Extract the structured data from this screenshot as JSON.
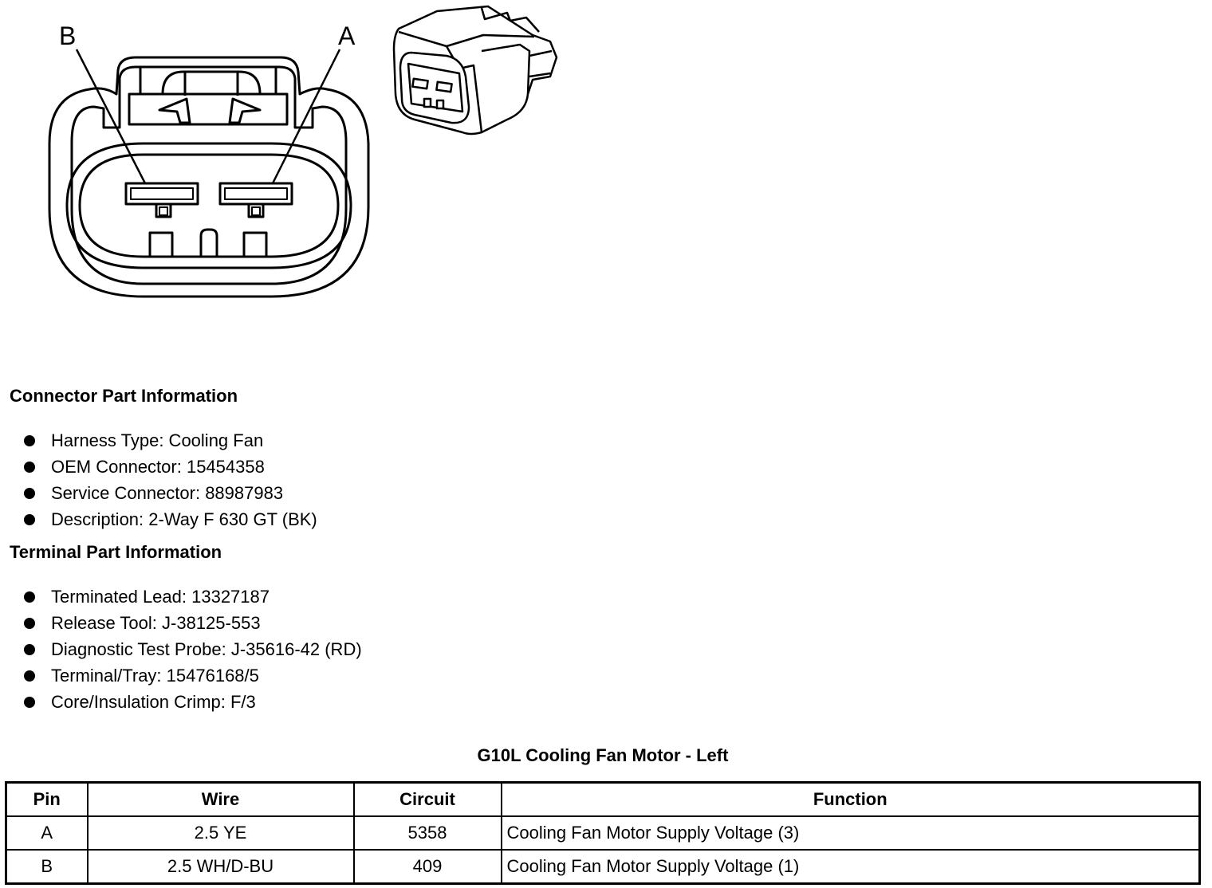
{
  "connector_view": {
    "pin_labels": [
      "B",
      "A"
    ]
  },
  "connector_part": {
    "title": "Connector Part Information",
    "items": [
      "Harness Type: Cooling Fan",
      "OEM Connector: 15454358",
      "Service Connector: 88987983",
      "Description: 2-Way F 630 GT (BK)"
    ]
  },
  "terminal_part": {
    "title": "Terminal Part Information",
    "items": [
      "Terminated Lead: 13327187",
      "Release Tool: J-38125-553",
      "Diagnostic Test Probe: J-35616-42 (RD)",
      "Terminal/Tray: 15476168/5",
      "Core/Insulation Crimp: F/3"
    ]
  },
  "pin_table": {
    "title": "G10L Cooling Fan Motor - Left",
    "headers": [
      "Pin",
      "Wire",
      "Circuit",
      "Function"
    ],
    "rows": [
      [
        "A",
        "2.5 YE",
        "5358",
        "Cooling Fan Motor Supply Voltage (3)"
      ],
      [
        "B",
        "2.5 WH/D-BU",
        "409",
        "Cooling Fan Motor Supply Voltage (1)"
      ]
    ]
  }
}
